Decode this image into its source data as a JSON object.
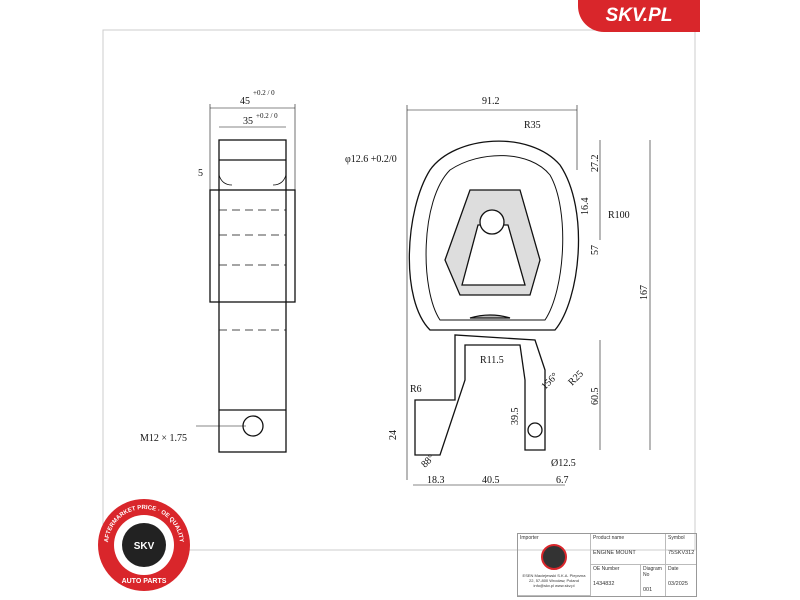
{
  "brand": {
    "logo_text": "SKV.PL",
    "color": "#d9262b"
  },
  "badge": {
    "text_top": "AFTERMARKET PRICE · OE QUALITY",
    "text_bottom": "AUTO PARTS",
    "center": "SKV"
  },
  "dimensions": {
    "side_view": {
      "width_total": "45",
      "width_total_tol": "+0.2 / 0",
      "width_inner": "35",
      "width_inner_tol": "+0.2 / 0",
      "offset": "5",
      "thread": "M12 × 1.75"
    },
    "front_view": [
      "91.2",
      "R35",
      "φ12.6 +0.2/0",
      "27.2",
      "16.4",
      "R100",
      "57",
      "167",
      "R11.5",
      "R25",
      "156°",
      "60.5",
      "R6",
      "24",
      "39.5",
      "88°",
      "Ø12.5",
      "18.3",
      "40.5",
      "6.7"
    ]
  },
  "title_block": {
    "importer_label": "Importer",
    "importer_text": "ESEN Maciejewski S.K.A. Pieprzna 22, 57-800 Wrocław, Poland info@skv.pl www.skv.pl",
    "product_label": "Product name",
    "product": "ENGINE MOUNT",
    "symbol_label": "Symbol",
    "symbol": "75SKV312",
    "oe_label": "OE Number",
    "oe": "1434832",
    "diagram_label": "Diagram No",
    "diagram": "001",
    "date_label": "Date",
    "date": "03/2025"
  }
}
